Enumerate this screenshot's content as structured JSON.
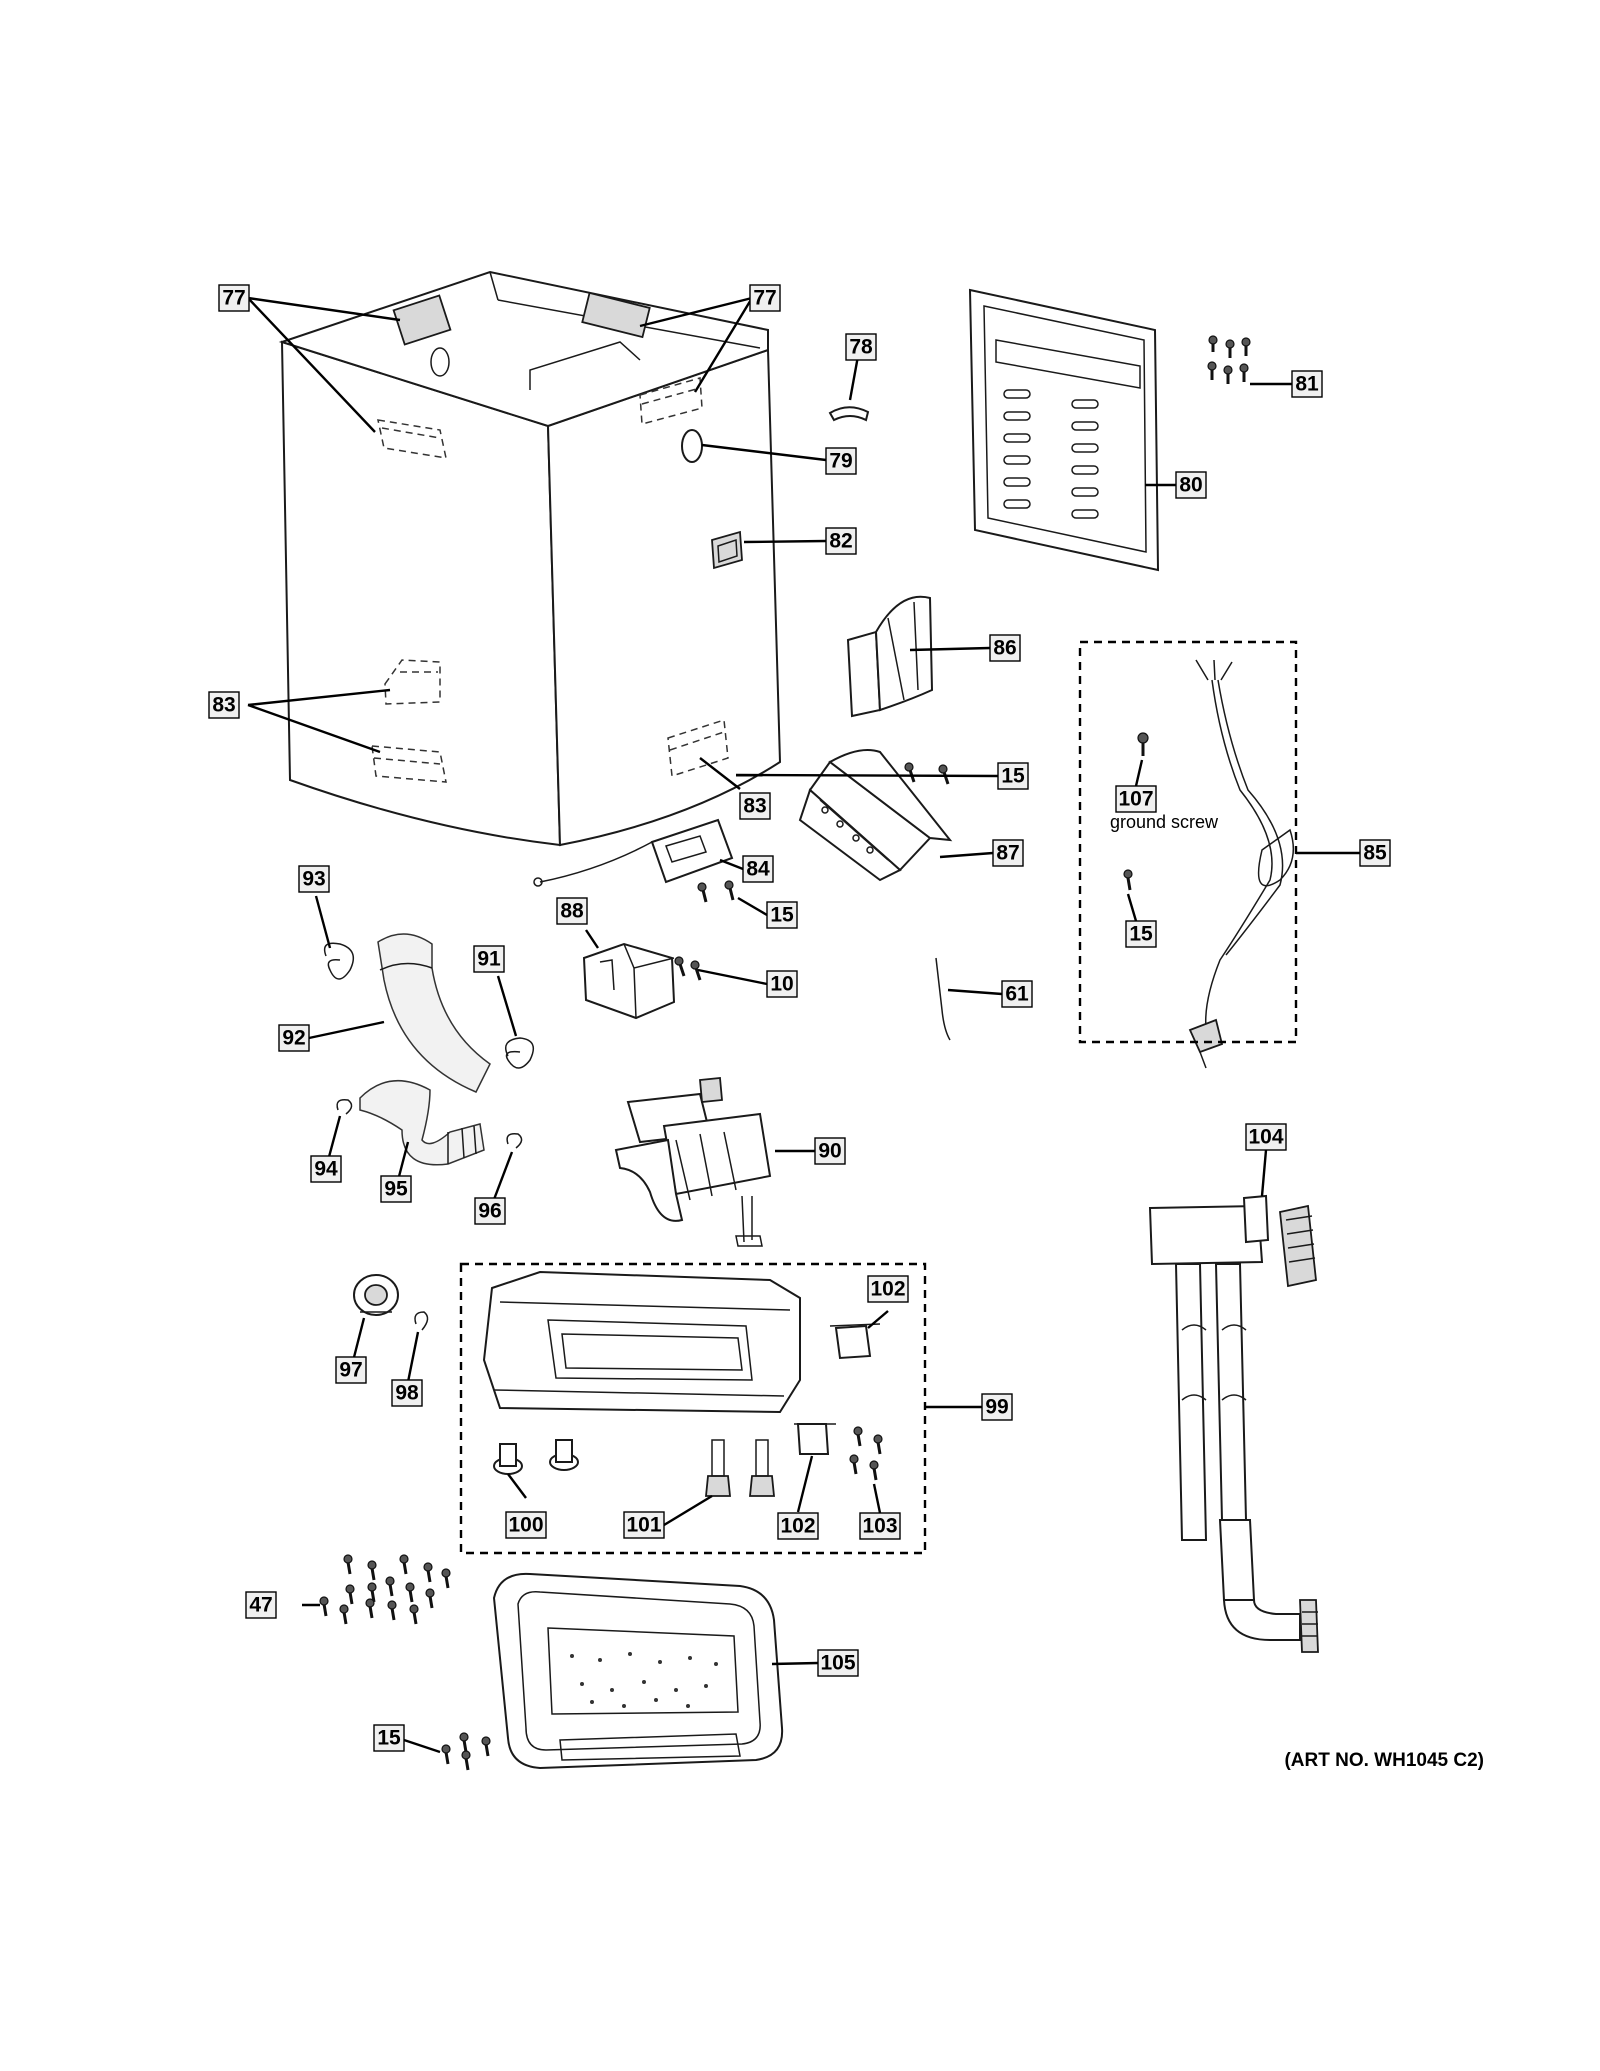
{
  "art_number": "(ART NO. WH1045 C2)",
  "notes": {
    "ground_screw": "ground screw"
  },
  "callouts": {
    "c77a": "77",
    "c77b": "77",
    "c78": "78",
    "c79": "79",
    "c80": "80",
    "c81": "81",
    "c82": "82",
    "c83a": "83",
    "c83b": "83",
    "c84": "84",
    "c85": "85",
    "c86": "86",
    "c87": "87",
    "c88": "88",
    "c10": "10",
    "c15a": "15",
    "c15b": "15",
    "c15c": "15",
    "c15d": "15",
    "c61": "61",
    "c107": "107",
    "c93": "93",
    "c91": "91",
    "c92": "92",
    "c94": "94",
    "c95": "95",
    "c96": "96",
    "c90": "90",
    "c104": "104",
    "c102a": "102",
    "c102b": "102",
    "c97": "97",
    "c98": "98",
    "c99": "99",
    "c100": "100",
    "c101": "101",
    "c103": "103",
    "c47": "47",
    "c105": "105"
  }
}
